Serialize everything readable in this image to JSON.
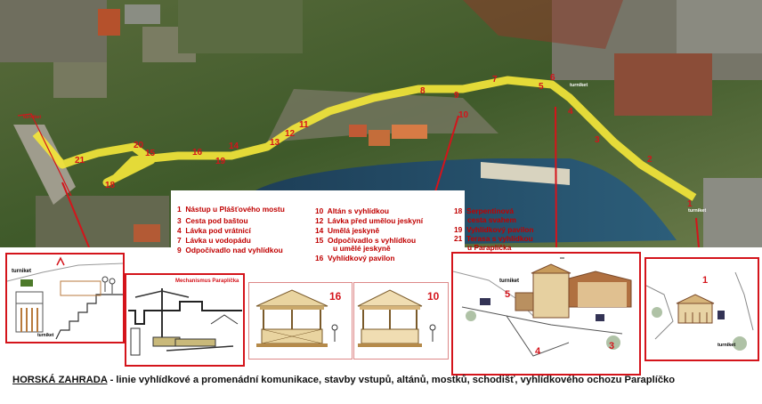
{
  "map_labels": {
    "points": [
      "1",
      "2",
      "3",
      "4",
      "5",
      "6",
      "7",
      "8",
      "9",
      "10",
      "11",
      "12",
      "13",
      "14",
      "15",
      "16",
      "18",
      "19",
      "20",
      "21"
    ],
    "turniket": "turniket"
  },
  "legend": {
    "col1": [
      {
        "num": "1",
        "text": "Nástup u Plášťového mostu"
      },
      {
        "num": "3",
        "text": "Cesta pod baštou"
      },
      {
        "num": "4",
        "text": "Lávka pod vrátnicí"
      },
      {
        "num": "7",
        "text": "Lávka u vodopádu"
      },
      {
        "num": "9",
        "text": "Odpočívadlo nad vyhlídkou"
      }
    ],
    "col2": [
      {
        "num": "10",
        "text": "Altán s vyhlídkou"
      },
      {
        "num": "12",
        "text": "Lávka před umělou jeskyní"
      },
      {
        "num": "14",
        "text": "Umělá jeskyně"
      },
      {
        "num": "15",
        "text": "Odpočívadlo s vyhlídkou"
      },
      {
        "num": "",
        "text": "u umělé jeskyně"
      },
      {
        "num": "16",
        "text": "Vyhlídkový pavilon"
      }
    ],
    "col3": [
      {
        "num": "18",
        "text": "Serpentinová"
      },
      {
        "num": "",
        "text": "cesta svahem"
      },
      {
        "num": "19",
        "text": "Vyhlídkový pavilon"
      },
      {
        "num": "21",
        "text": "Terasa s vyhlídkou"
      },
      {
        "num": "",
        "text": "u Paraplíčka"
      }
    ]
  },
  "panels": {
    "p1": {
      "turniket_top": "turniket",
      "turniket_bottom": "turniket"
    },
    "p2": {
      "title": "Mechanismus Paraplíčka"
    },
    "p3": {
      "num": "16"
    },
    "p4": {
      "num": "10"
    },
    "p5": {
      "turniket": "turniket",
      "n5": "5",
      "n4": "4",
      "n3": "3"
    },
    "p6": {
      "num": "1",
      "turniket": "turniket"
    }
  },
  "caption": {
    "title": "HORSKÁ ZAHRADA",
    "text": " - linie vyhlídkové a promenádní komunikace, stavby vstupů, altánů, mostků, schodišť, vyhlídkového ochozu Paraplíčko"
  },
  "colors": {
    "route": "#f2e53a",
    "label_red": "#d4141b",
    "water": "#1f4d6b",
    "greenery": "#4c6b2c"
  }
}
